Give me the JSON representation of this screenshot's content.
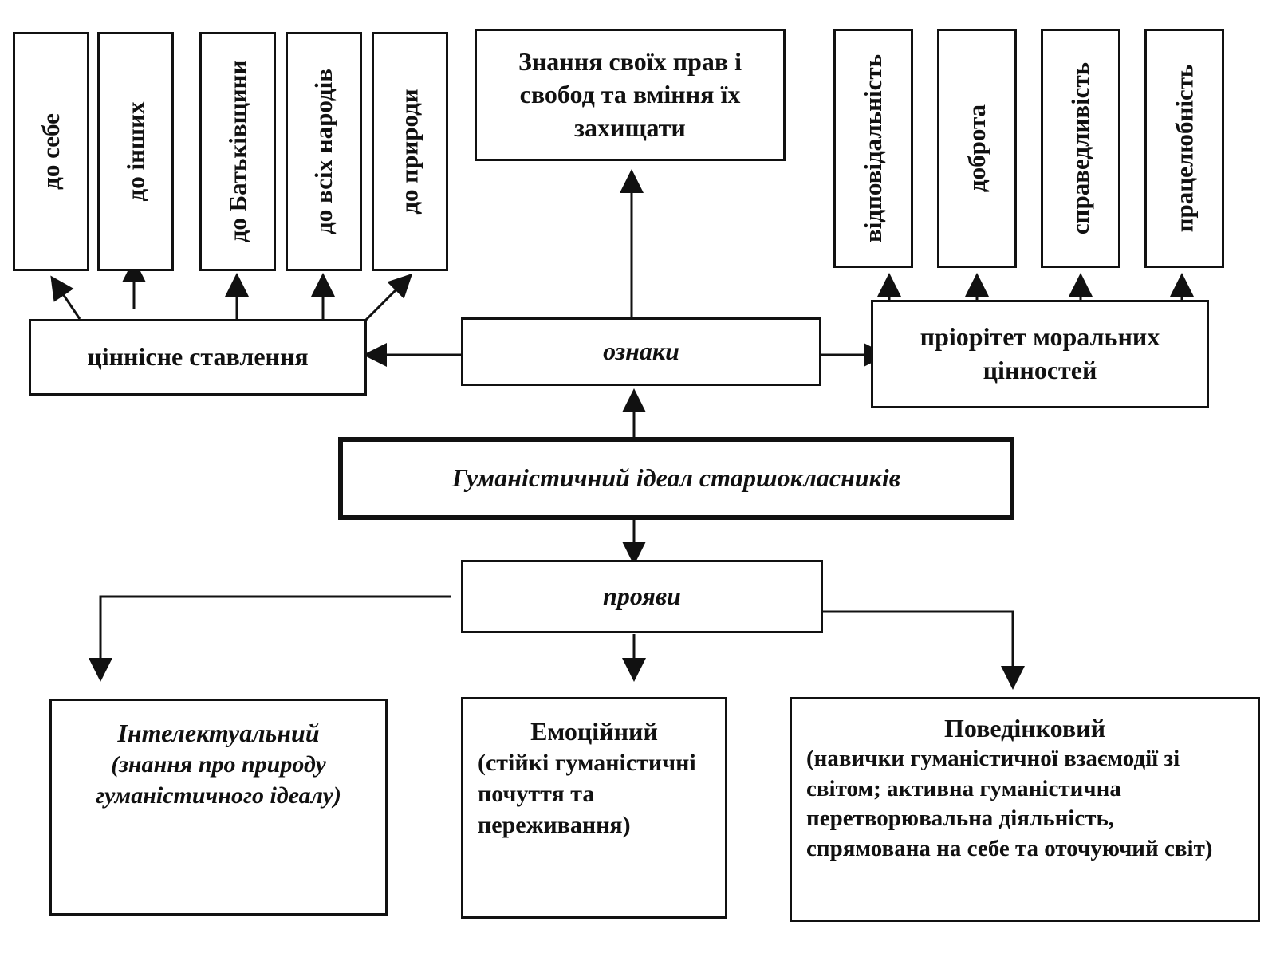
{
  "value_targets": [
    "до себе",
    "до інших",
    "до Батьківщини",
    "до всіх народів",
    "до природи"
  ],
  "rights_knowledge": "Знання своїх прав і свобод та вміння їх захищати",
  "moral_values": [
    "відповідальність",
    "доброта",
    "справедливість",
    "працелюбність"
  ],
  "value_attitude": "ціннісне ставлення",
  "signs": "ознаки",
  "moral_priority": "пріорітет моральних цінностей",
  "ideal": "Гуманістичний ідеал старшокласників",
  "manifestations": "прояви",
  "components": [
    {
      "title": "Інтелектуальний",
      "desc": "(знання про природу гуманістичного ідеалу)"
    },
    {
      "title": "Емоційний",
      "desc": "(стійкі гуманістичні почуття та переживання)"
    },
    {
      "title": "Поведінковий",
      "desc": "(навички гуманістичної взаємодії зі світом; активна гуманістична перетворювальна діяльність, спрямована на себе та оточуючий світ)"
    }
  ]
}
